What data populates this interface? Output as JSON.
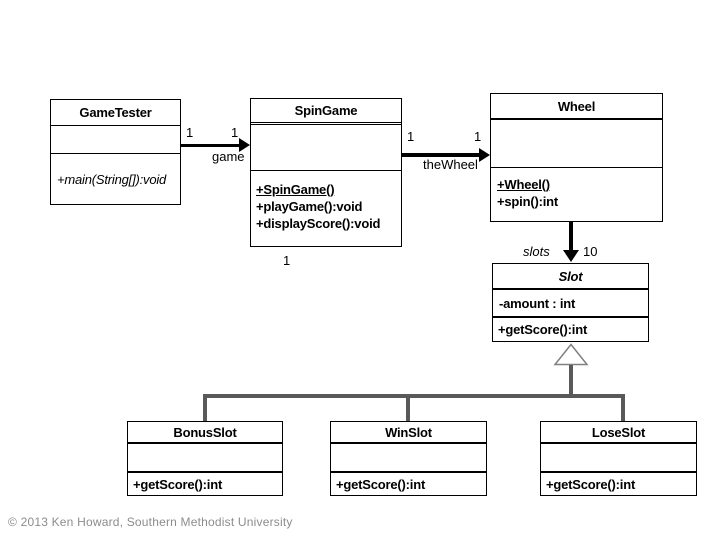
{
  "classes": {
    "gametester": {
      "title": "GameTester",
      "method1": "+main(String[]):void"
    },
    "spingame": {
      "title": "SpinGame",
      "method1": "+SpinGame()",
      "method2": "+playGame():void",
      "method3": "+displayScore():void"
    },
    "wheel": {
      "title": "Wheel",
      "method1": "+Wheel()",
      "method2": "+spin():int"
    },
    "slot": {
      "title": "Slot",
      "attribute1": "-amount : int",
      "method1": "+getScore():int"
    },
    "bonusslot": {
      "title": "BonusSlot",
      "method1": "+getScore():int"
    },
    "winslot": {
      "title": "WinSlot",
      "method1": "+getScore():int"
    },
    "loseslot": {
      "title": "LoseSlot",
      "method1": "+getScore():int"
    }
  },
  "relations": {
    "gametester_spingame": {
      "source_mult": "1",
      "target_mult": "1",
      "role": "game"
    },
    "spingame_wheel": {
      "source_mult": "1",
      "target_mult": "1",
      "role": "theWheel"
    },
    "spingame_orphan": {
      "source_mult": "1"
    },
    "wheel_slot": {
      "role": "slots",
      "target_mult": "10"
    }
  },
  "footer": {
    "copyright": "© 2013 Ken Howard, Southern Methodist University"
  },
  "colors": {
    "association_line": "#000000",
    "generalization_line": "#595959",
    "footer_text": "#8c8c8c"
  }
}
